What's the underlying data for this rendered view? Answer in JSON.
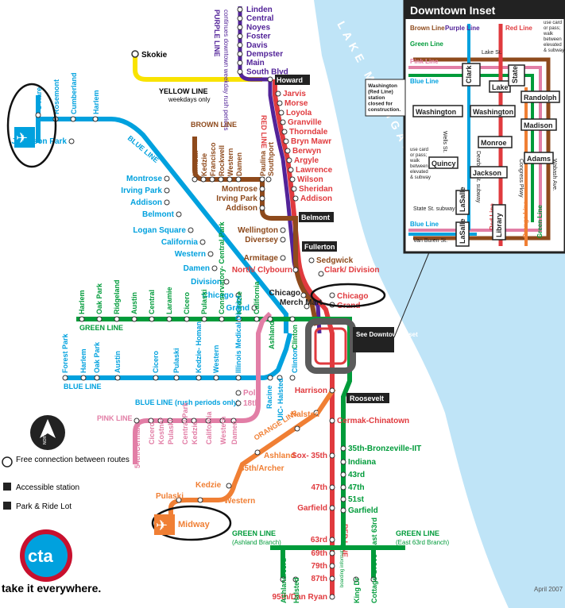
{
  "colors": {
    "red": "#e03a3e",
    "blue": "#00a1de",
    "brown": "#8e4a1c",
    "green": "#009b3a",
    "orange": "#f07f34",
    "pink": "#e27ea6",
    "purple": "#522398",
    "yellow": "#f9e300",
    "lake": "#bfe4f7",
    "loop": "#5b5b5b"
  },
  "lake_label": "LAKE MICHIGAN",
  "lines": {
    "purple": "PURPLE LINE",
    "purple_note": "continues downtown weekday rush periods",
    "yellow": "YELLOW LINE",
    "yellow_note": "weekdays only",
    "brown": "BROWN LINE",
    "red": "RED LINE",
    "blue": "BLUE LINE",
    "blue_rush": "BLUE LINE (rush periods only)",
    "pink": "PINK LINE",
    "green": "GREEN LINE",
    "orange": "ORANGE LINE",
    "green_ashland": "GREEN LINE",
    "green_ashland_sub": "(Ashland Branch)",
    "green_east": "GREEN LINE",
    "green_east_sub": "(East 63rd Branch)"
  },
  "stations": {
    "purple": [
      "Linden",
      "Central",
      "Noyes",
      "Foster",
      "Davis",
      "Dempster",
      "Main",
      "South Blvd"
    ],
    "skokie": "Skokie",
    "howard": "Howard",
    "red_north": [
      "Jarvis",
      "Morse",
      "Loyola",
      "Granville",
      "Thorndale",
      "Bryn Mawr",
      "Berwyn",
      "Argyle",
      "Lawrence",
      "Wilson",
      "Sheridan",
      "Addison"
    ],
    "belmont": "Belmont",
    "fullerton": "Fullerton",
    "brown": [
      "Kimball",
      "Kedzie",
      "Francisco",
      "Rockwell",
      "Western",
      "Damen"
    ],
    "brown_mid": [
      "Montrose",
      "Irving Park",
      "Addison"
    ],
    "paulina": "Paulina",
    "southport": "Southport",
    "brown_south": [
      "Wellington",
      "Diversey",
      "Armitage",
      "Sedgwick"
    ],
    "north_clybourn": "North/ Clybourn",
    "clark_division": "Clark/ Division",
    "chicago_brown": "Chicago",
    "merch_mart": "Merch Mart",
    "chicago_red": "Chicago",
    "grand_red": "Grand",
    "blue_nw": [
      "O'Hare",
      "Rosemont",
      "Cumberland",
      "Harlem"
    ],
    "blue_nw2": [
      "Jefferson Park",
      "Montrose",
      "Irving Park",
      "Addison",
      "Belmont",
      "Logan Square",
      "California",
      "Western",
      "Damen",
      "Division",
      "Chicago",
      "Grand"
    ],
    "green_west": [
      "Harlem",
      "Oak Park",
      "Ridgeland",
      "Austin",
      "Central",
      "Laramie",
      "Cicero",
      "Pulaski",
      "Conservatory- Central Park",
      "Kedzie",
      "California"
    ],
    "ashland": "Ashland",
    "clinton_green": "Clinton",
    "blue_west": [
      "Forest Park",
      "Harlem",
      "Oak Park",
      "Austin",
      "Cicero",
      "Pulaski",
      "Kedzie- Homan",
      "Western",
      "Illinois Medical District"
    ],
    "racine": "Racine",
    "uic": "UIC- Halsted",
    "clinton_blue": "Clinton",
    "pink": [
      "Polk",
      "18th",
      "54th/Cermak",
      "Cicero",
      "Kostner",
      "Pulaski",
      "Central Park",
      "Kedzie",
      "California",
      "Western",
      "Damen"
    ],
    "harrison": "Harrison",
    "roosevelt": "Roosevelt",
    "orange": [
      "Halsted",
      "Ashland",
      "35th/Archer",
      "Western",
      "Kedzie",
      "Pulaski",
      "Midway"
    ],
    "red_south": [
      "Cermak-Chinatown",
      "Sox- 35th",
      "47th",
      "Garfield",
      "63rd",
      "69th",
      "79th",
      "87th",
      "95th/Dan Ryan"
    ],
    "green_south": [
      "35th-Bronzeville-IIT",
      "Indiana",
      "43rd",
      "47th",
      "51st",
      "Garfield"
    ],
    "green_branches": [
      "Ashland/63rd",
      "Halsted",
      "King Dr",
      "Cottage Grove- East 63rd"
    ],
    "king_note": "boarding information",
    "see_inset": "See Downtown Inset"
  },
  "inset": {
    "title": "Downtown Inset",
    "line_labels": [
      "Brown Line",
      "Purple Line",
      "Red Line",
      "Green Line",
      "Pink Line",
      "Blue Line",
      "Blue Line",
      "Red Line",
      "Orange Line",
      "Green Line"
    ],
    "streets": [
      "Lake St.",
      "Wells St.",
      "Dearborn St. subway",
      "State St. subway",
      "Van Buren St.",
      "Congress Pkwy",
      "Wabash Ave."
    ],
    "stations": [
      "Clark",
      "Lake",
      "State",
      "Randolph",
      "Washington",
      "Washington",
      "Madison",
      "Monroe",
      "Monroe",
      "Quincy",
      "Jackson",
      "Adams",
      "LaSalle",
      "Library",
      "LaSalle"
    ],
    "notes": [
      "use card or pass; walk between elevated & subway",
      "use card or pass; walk between elevated & subway"
    ],
    "callout": "Washington (Red Line) station closed for construction."
  },
  "legend": {
    "free": "Free connection between routes",
    "access": "Accessible station",
    "park": "Park & Ride Lot",
    "north": "NORTH"
  },
  "brand": {
    "logo": "cta",
    "tagline": "take it everywhere."
  },
  "date": "April 2007"
}
